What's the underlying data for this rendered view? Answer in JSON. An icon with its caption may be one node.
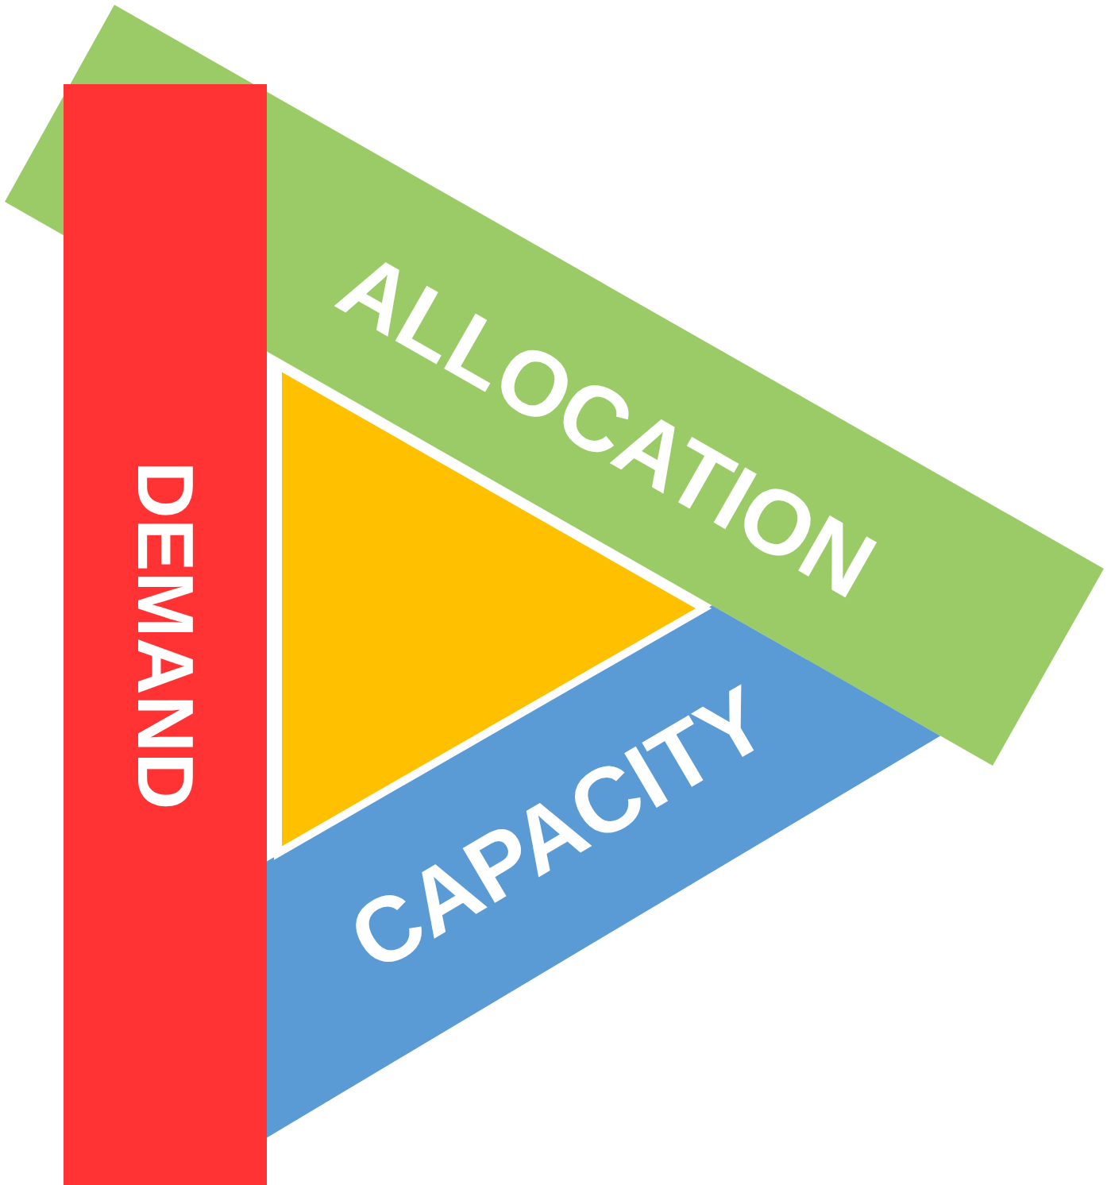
{
  "diagram": {
    "nodes": [
      {
        "text": [
          "ALLOCATION"
        ]
      },
      {
        "text": [
          "CAPACITY"
        ]
      },
      {
        "text": [],
        "shape": "triangle"
      },
      {
        "text": [
          "DEMAND"
        ]
      }
    ]
  }
}
